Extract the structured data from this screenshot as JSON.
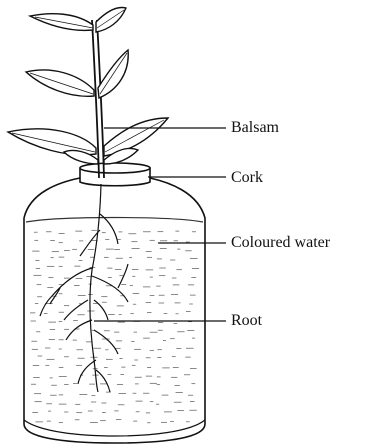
{
  "labels": {
    "balsam": "Balsam",
    "cork": "Cork",
    "coloured_water": "Coloured water",
    "root": "Root"
  },
  "colors": {
    "ink": "#111111",
    "background": "#ffffff"
  }
}
